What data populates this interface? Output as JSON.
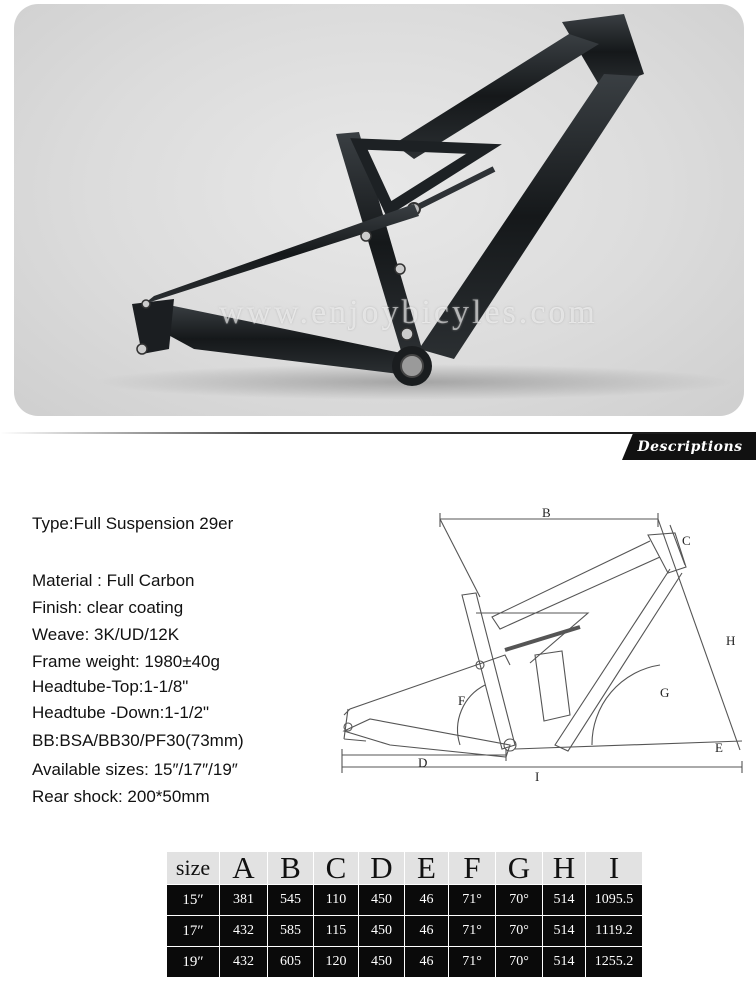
{
  "photo": {
    "watermark": "www.enjoybicyles.com"
  },
  "section_tab": {
    "label": "Descriptions"
  },
  "specs": [
    "Type:Full  Suspension 29er",
    "Material : Full Carbon",
    "Finish: clear coating",
    "Weave: 3K/UD/12K",
    "Frame weight: 1980±40g",
    "Headtube-Top:1-1/8\"",
    "Headtube -Down:1-1/2\"",
    "BB:BSA/BB30/PF30(73mm)",
    "Available sizes: 15″/17″/19″",
    "Rear  shock: 200*50mm"
  ],
  "diagram": {
    "labels": [
      "B",
      "C",
      "F",
      "G",
      "H",
      "D",
      "I",
      "E"
    ]
  },
  "geometry_table": {
    "headers": [
      "size",
      "A",
      "B",
      "C",
      "D",
      "E",
      "F",
      "G",
      "H",
      "I"
    ],
    "rows": [
      [
        "15″",
        "381",
        "545",
        "110",
        "450",
        "46",
        "71°",
        "70°",
        "514",
        "1095.5"
      ],
      [
        "17″",
        "432",
        "585",
        "115",
        "450",
        "46",
        "71°",
        "70°",
        "514",
        "1119.2"
      ],
      [
        "19″",
        "432",
        "605",
        "120",
        "450",
        "46",
        "71°",
        "70°",
        "514",
        "1255.2"
      ]
    ]
  },
  "colors": {
    "photo_background": "#dcdcdc",
    "frame_color": "#1a1d1f",
    "table_header": "#e2e2e2",
    "table_body": "#0a0a0a"
  }
}
